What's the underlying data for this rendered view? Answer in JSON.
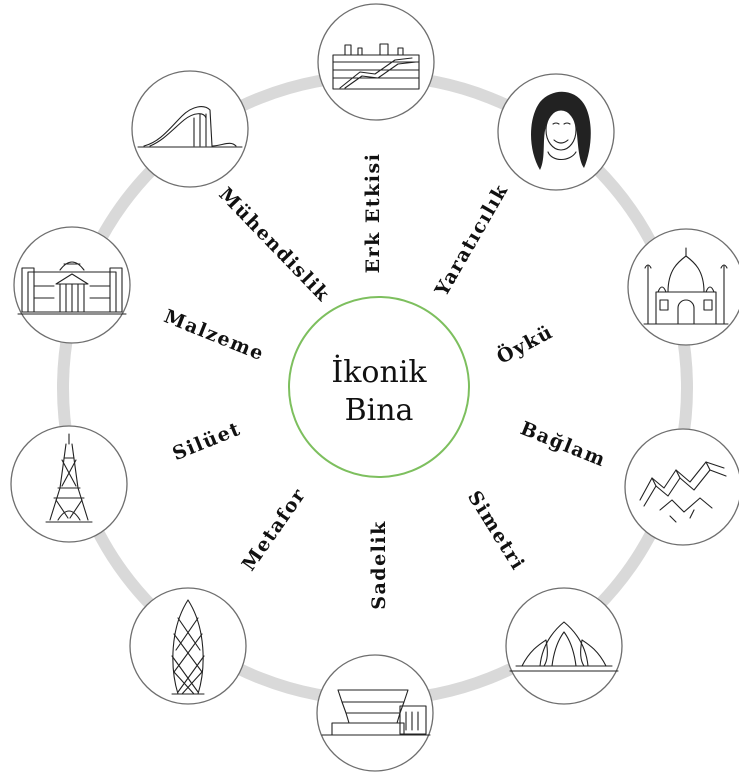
{
  "center": {
    "line1": "İkonik",
    "line2": "Bina",
    "ring_color": "#7dbf5e"
  },
  "outer_ring_color": "#d9d9d9",
  "labels": {
    "erk_etkisi": "Erk Etkisi",
    "yaraticilik": "Yaratıcılık",
    "oyku": "Öykü",
    "baglam": "Bağlam",
    "simetri": "Simetri",
    "sadelik": "Sadelik",
    "metafor": "Metafor",
    "siluet": "Silüet",
    "malzeme": "Malzeme",
    "muhendislik": "Mühendislik"
  },
  "nodes": [
    {
      "icon": "modern-building-icon"
    },
    {
      "icon": "woman-portrait-icon"
    },
    {
      "icon": "taj-mahal-icon"
    },
    {
      "icon": "deconstructivist-building-icon"
    },
    {
      "icon": "lotus-temple-icon"
    },
    {
      "icon": "guggenheim-museum-icon"
    },
    {
      "icon": "gherkin-tower-icon"
    },
    {
      "icon": "eiffel-tower-icon"
    },
    {
      "icon": "reichstag-icon"
    },
    {
      "icon": "curved-cultural-center-icon"
    }
  ]
}
